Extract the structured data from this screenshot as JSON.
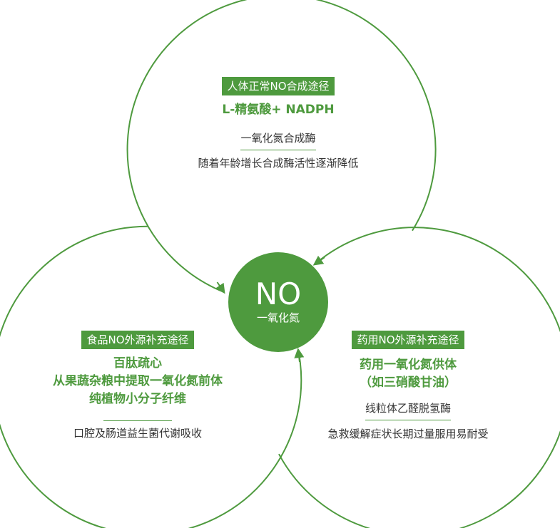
{
  "colors": {
    "accent": "#4e9a3e",
    "text": "#333333",
    "background": "#ffffff"
  },
  "center": {
    "title": "NO",
    "subtitle": "一氧化氮"
  },
  "top": {
    "tag": "人体正常NO合成途径",
    "substrate": "L-精氨酸+ NADPH",
    "enzyme": "一氧化氮合成酶",
    "note": "随着年龄增长合成酶活性逐渐降低"
  },
  "left": {
    "tag": "食品NO外源补充途径",
    "lines": [
      "百肽疏心",
      "从果蔬杂粮中提取一氧化氮前体",
      "纯植物小分子纤维"
    ],
    "note": "口腔及肠道益生菌代谢吸收"
  },
  "right": {
    "tag": "药用NO外源补充途径",
    "lines": [
      "药用一氧化氮供体",
      "（如三硝酸甘油）"
    ],
    "enzyme": "线粒体乙醛脱氢酶",
    "note": "急救缓解症状长期过量服用易耐受"
  }
}
